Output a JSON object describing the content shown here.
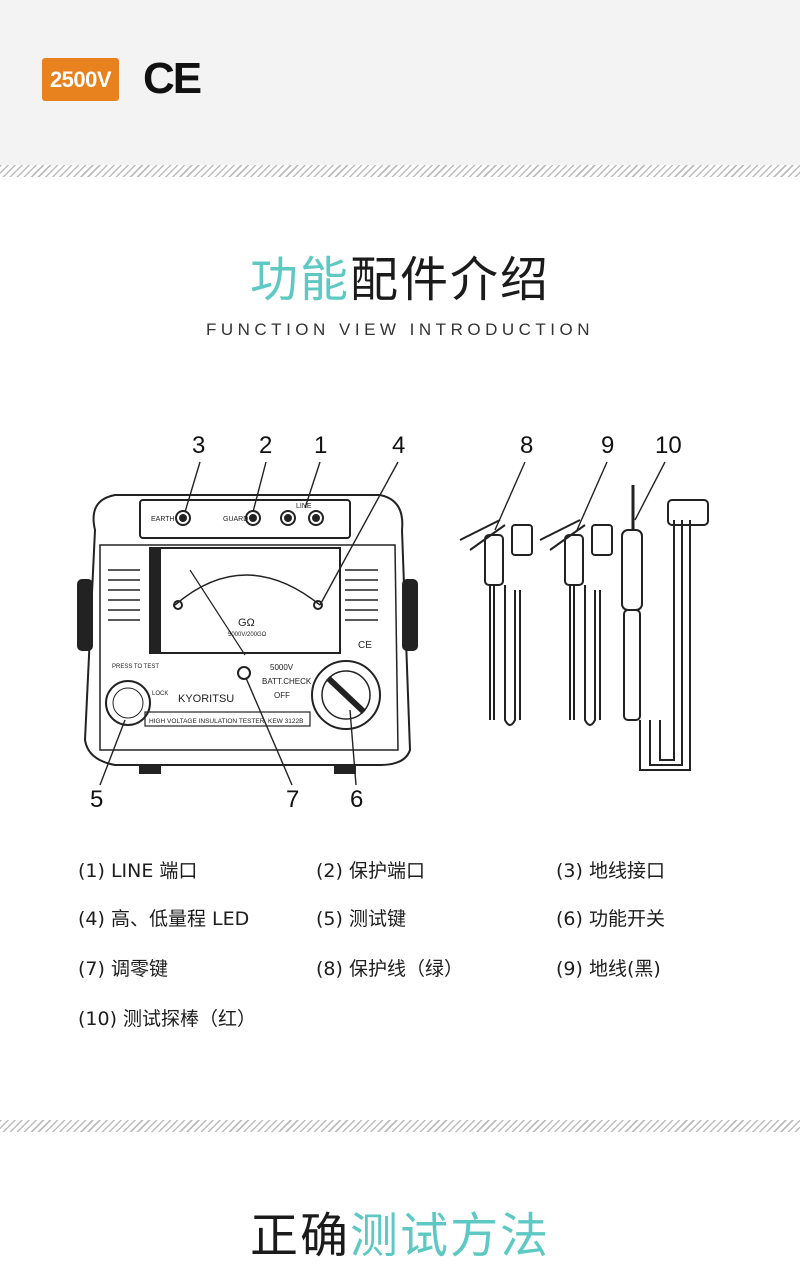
{
  "header": {
    "voltage_badge": "2500V",
    "ce_mark": "CE"
  },
  "section1": {
    "title_accent": "功能",
    "title_rest": "配件介绍",
    "subtitle": "FUNCTION VIEW INTRODUCTION"
  },
  "device": {
    "brand": "KYORITSU",
    "terminals": {
      "earth": "EARTH",
      "guard": "GUARD",
      "line": "LINE"
    },
    "meter_unit": "GΩ",
    "meter_range": "5000V/200GΩ",
    "ce": "CE",
    "press_to_test": "PRESS TO TEST",
    "lock": "LOCK",
    "switch_labels": [
      "5000V",
      "BATT.CHECK",
      "OFF"
    ],
    "model_plate": "HIGH VOLTAGE INSULATION TESTER",
    "model_number": "KEW 3122B"
  },
  "callouts": [
    "1",
    "2",
    "3",
    "4",
    "5",
    "6",
    "7",
    "8",
    "9",
    "10"
  ],
  "legend": [
    "(1)  LINE 端口",
    "(2) 保护端口",
    "(3) 地线接口",
    "(4) 高、低量程 LED",
    "(5)  测试键",
    "(6) 功能开关",
    "(7) 调零键",
    "(8) 保护线（绿）",
    "(9) 地线(黑)",
    "(10) 测试探棒（红）"
  ],
  "section2": {
    "title_rest": "正确",
    "title_accent": "测试方法"
  },
  "colors": {
    "accent_teal": "#5ec9c3",
    "badge_orange": "#e8821e",
    "band_gray": "#f3f3f3"
  }
}
